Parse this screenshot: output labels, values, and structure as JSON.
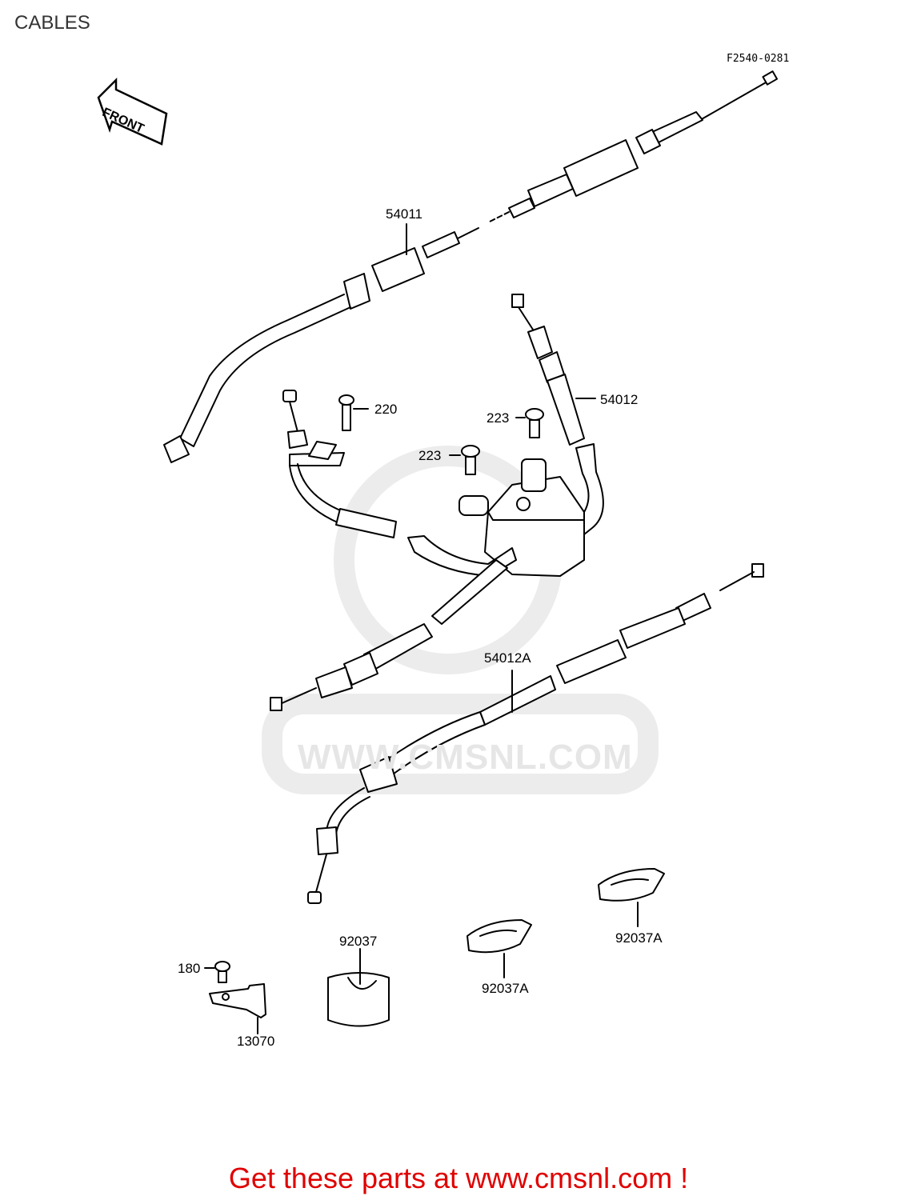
{
  "page": {
    "title": "CABLES",
    "reference_code": "F2540-0281"
  },
  "front_arrow": {
    "label": "FRONT"
  },
  "parts": [
    {
      "id": "54011",
      "label": "54011"
    },
    {
      "id": "54012",
      "label": "54012"
    },
    {
      "id": "220",
      "label": "220"
    },
    {
      "id": "223a",
      "label": "223"
    },
    {
      "id": "223b",
      "label": "223"
    },
    {
      "id": "54012A",
      "label": "54012A"
    },
    {
      "id": "92037",
      "label": "92037"
    },
    {
      "id": "92037A-a",
      "label": "92037A"
    },
    {
      "id": "92037A-b",
      "label": "92037A"
    },
    {
      "id": "180",
      "label": "180"
    },
    {
      "id": "13070",
      "label": "13070"
    }
  ],
  "watermark": {
    "text": "WWW.CMSNL.COM"
  },
  "footer": {
    "promo": "Get these parts at www.cmsnl.com !"
  },
  "colors": {
    "line": "#000000",
    "promo": "#e00000",
    "watermark": "#e6e6e6"
  }
}
